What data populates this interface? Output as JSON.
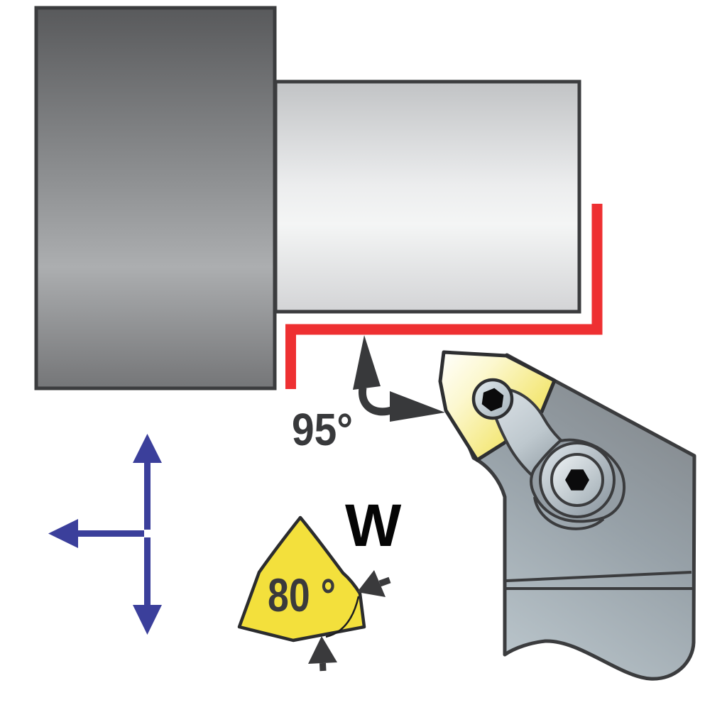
{
  "diagram": {
    "labels": {
      "approach_angle": "95°",
      "insert_shape_letter": "W",
      "insert_point_angle": "80 °"
    },
    "colors": {
      "cut_path_red": "#EE3032",
      "feed_arrow_blue": "#3B3F9B",
      "insert_yellow": "#F3E03C",
      "outline_dark": "#3B3C3E"
    }
  }
}
